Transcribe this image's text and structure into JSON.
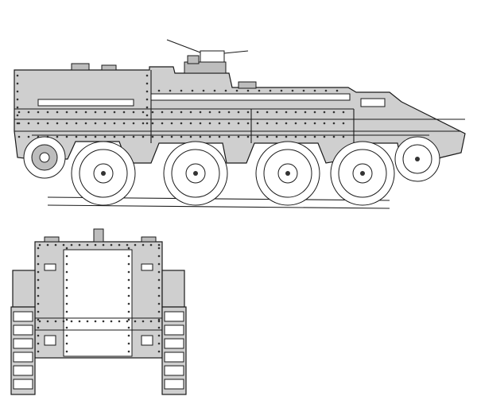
{
  "drawing": {
    "views": [
      "side-view",
      "front-view"
    ],
    "side_view": {
      "road_wheels": 4,
      "idler_wheels": 1,
      "drive_sprockets": 1
    },
    "front_view": {
      "track_links_per_side": 6
    },
    "colors": {
      "hull_fill": "#cfcfcf",
      "line": "#1a1a1a",
      "background": "#ffffff"
    }
  }
}
